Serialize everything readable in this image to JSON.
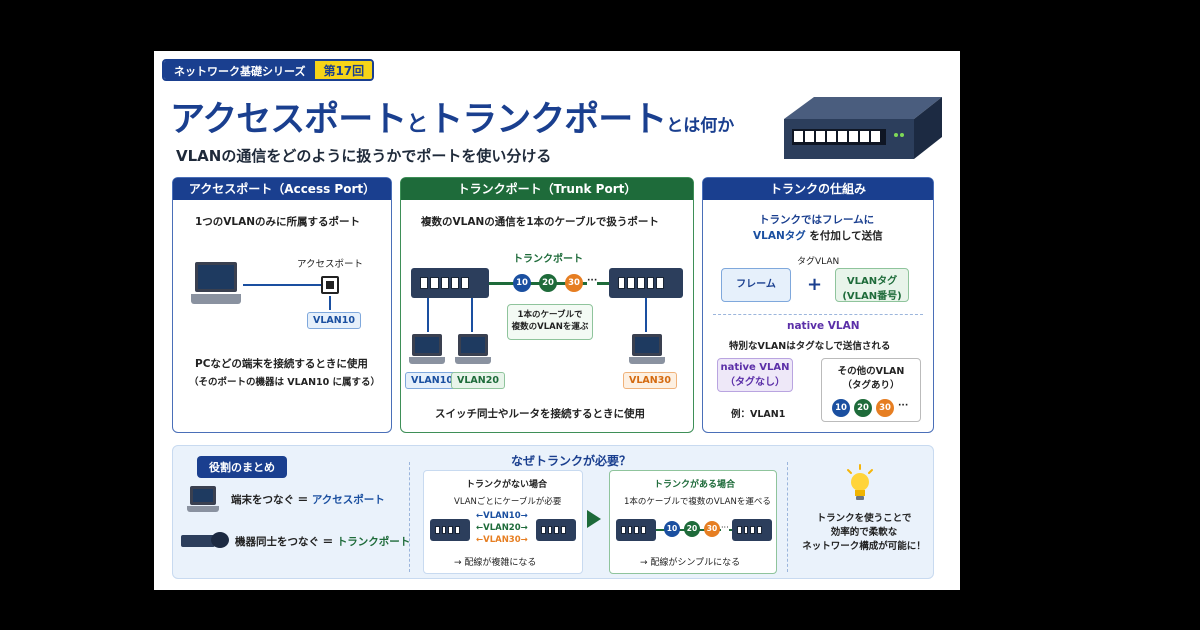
{
  "header": {
    "series_label": "ネットワーク基礎シリーズ",
    "episode_label": "第17回",
    "title_part1": "アクセスポート",
    "title_and": "と",
    "title_part2": "トランクポート",
    "title_suffix": "とは何か",
    "subtitle": "VLANの通信をどのように扱うかでポートを使い分ける"
  },
  "access_panel": {
    "heading": "アクセスポート（Access Port）",
    "description": "1つのVLANのみに所属するポート",
    "port_label": "アクセスポート",
    "vlan_tag": "VLAN10",
    "usage": "PCなどの端末を接続するときに使用",
    "usage_note": "（そのポートの機器は VLAN10 に属する）"
  },
  "trunk_panel": {
    "heading": "トランクポート（Trunk Port）",
    "description": "複数のVLANの通信を1本のケーブルで扱うポート",
    "port_label": "トランクポート",
    "vlan_numbers": [
      "10",
      "20",
      "30"
    ],
    "dots": "···",
    "callout_line1": "1本のケーブルで",
    "callout_line2": "複数のVLANを運ぶ",
    "vlan_tags": [
      "VLAN10",
      "VLAN20",
      "VLAN30"
    ],
    "usage": "スイッチ同士やルータを接続するときに使用"
  },
  "mechanism_panel": {
    "heading": "トランクの仕組み",
    "desc_line1": "トランクではフレームに",
    "desc_line2_tag": "VLANタグ",
    "desc_line2_rest": "を付加して送信",
    "tag_vlan_label": "タグVLAN",
    "frame_label": "フレーム",
    "plus": "+",
    "vlan_tag_box_line1": "VLANタグ",
    "vlan_tag_box_line2": "(VLAN番号)",
    "native_title": "native VLAN",
    "native_desc": "特別なVLANはタグなしで送信される",
    "native_box_line1": "native VLAN",
    "native_box_line2": "（タグなし）",
    "native_example": "例：VLAN1",
    "other_box_line1": "その他のVLAN",
    "other_box_line2": "（タグあり）",
    "other_numbers": [
      "10",
      "20",
      "30"
    ],
    "other_dots": "···"
  },
  "summary": {
    "heading": "役割のまとめ",
    "row1_text": "端末をつなぐ ＝ ",
    "row1_em": "アクセスポート",
    "row2_text": "機器同士をつなぐ ＝ ",
    "row2_em": "トランクポート",
    "why_heading": "なぜトランクが必要？",
    "without_title": "トランクがない場合",
    "without_desc": "VLANごとにケーブルが必要",
    "without_lines": [
      "VLAN10",
      "VLAN20",
      "VLAN30"
    ],
    "without_result": "→ 配線が複雑になる",
    "with_title": "トランクがある場合",
    "with_desc": "1本のケーブルで複数のVLANを運べる",
    "with_numbers": [
      "10",
      "20",
      "30"
    ],
    "with_dots": "···",
    "with_result": "→ 配線がシンプルになる",
    "conclusion_line1": "トランクを使うことで",
    "conclusion_line2": "効率的で柔軟な",
    "conclusion_line3": "ネットワーク構成が可能に！"
  },
  "colors": {
    "navy": "#1a3f8f",
    "green": "#1e6b3a",
    "orange": "#e67e22",
    "yellow": "#f7d417"
  }
}
